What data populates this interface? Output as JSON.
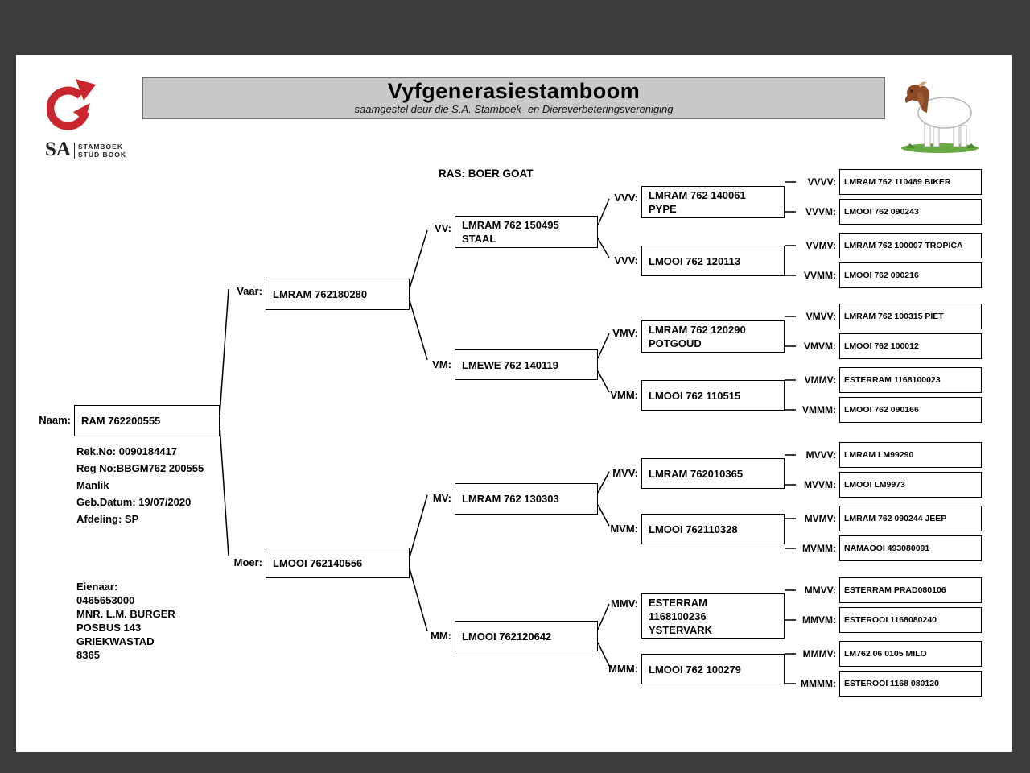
{
  "header": {
    "title": "Vyfgenerasiestamboom",
    "subtitle": "saamgestel deur die S.A. Stamboek- en Diereverbeteringsvereniging"
  },
  "logo": {
    "sa": "SA",
    "stamboek": "STAMBOEK",
    "studbook": "STUD BOOK"
  },
  "breed": "RAS: BOER GOAT",
  "subject": {
    "label": "Naam:",
    "name": "RAM 762200555",
    "details": "Rek.No: 0090184417\nReg No:BBGM762 200555\nManlik\nGeb.Datum: 19/07/2020\nAfdeling: SP",
    "owner": "Eienaar:\n0465653000\nMNR. L.M. BURGER\nPOSBUS 143\nGRIEKWASTAD\n8365"
  },
  "gen2": {
    "sire": {
      "label": "Vaar:",
      "name": "LMRAM 762180280"
    },
    "dam": {
      "label": "Moer:",
      "name": "LMOOI 762140556"
    }
  },
  "gen3": {
    "vv": {
      "label": "VV:",
      "name": "LMRAM 762 150495\nSTAAL"
    },
    "vm": {
      "label": "VM:",
      "name": "LMEWE 762 140119"
    },
    "mv": {
      "label": "MV:",
      "name": "LMRAM 762 130303"
    },
    "mm": {
      "label": "MM:",
      "name": "LMOOI 762120642"
    }
  },
  "gen4": {
    "vvv": {
      "label": "VVV:",
      "name": "LMRAM 762 140061\nPYPE"
    },
    "vvm": {
      "label": "VVV:",
      "name": "LMOOI 762 120113"
    },
    "vmv": {
      "label": "VMV:",
      "name": "LMRAM 762 120290\nPOTGOUD"
    },
    "vmm": {
      "label": "VMM:",
      "name": "LMOOI 762 110515"
    },
    "mvv": {
      "label": "MVV:",
      "name": "LMRAM 762010365"
    },
    "mvm": {
      "label": "MVM:",
      "name": "LMOOI 762110328"
    },
    "mmv": {
      "label": "MMV:",
      "name": "ESTERRAM\n1168100236\nYSTERVARK"
    },
    "mmm": {
      "label": "MMM:",
      "name": "LMOOI 762 100279"
    }
  },
  "gen5": {
    "vvvv": {
      "label": "VVVV:",
      "name": "LMRAM 762 110489 BIKER"
    },
    "vvvm": {
      "label": "VVVM:",
      "name": "LMOOI 762 090243"
    },
    "vvmv": {
      "label": "VVMV:",
      "name": "LMRAM 762 100007 TROPICA"
    },
    "vvmm": {
      "label": "VVMM:",
      "name": "LMOOI 762 090216"
    },
    "vmvv": {
      "label": "VMVV:",
      "name": "LMRAM 762 100315 PIET"
    },
    "vmvm": {
      "label": "VMVM:",
      "name": "LMOOI 762 100012"
    },
    "vmmv": {
      "label": "VMMV:",
      "name": "ESTERRAM 1168100023"
    },
    "vmmm": {
      "label": "VMMM:",
      "name": "LMOOI 762 090166"
    },
    "mvvv": {
      "label": "MVVV:",
      "name": "LMRAM LM99290"
    },
    "mvvm": {
      "label": "MVVM:",
      "name": "LMOOI LM9973"
    },
    "mvmv": {
      "label": "MVMV:",
      "name": "LMRAM 762 090244 JEEP"
    },
    "mvmm": {
      "label": "MVMM:",
      "name": "NAMAOOI 493080091"
    },
    "mmvv": {
      "label": "MMVV:",
      "name": "ESTERRAM PRAD080106"
    },
    "mmvm": {
      "label": "MMVM:",
      "name": "ESTEROOI 1168080240"
    },
    "mmmv": {
      "label": "MMMV:",
      "name": "LM762 06 0105 MILO"
    },
    "mmmm": {
      "label": "MMMM:",
      "name": "ESTEROOI 1168 080120"
    }
  }
}
